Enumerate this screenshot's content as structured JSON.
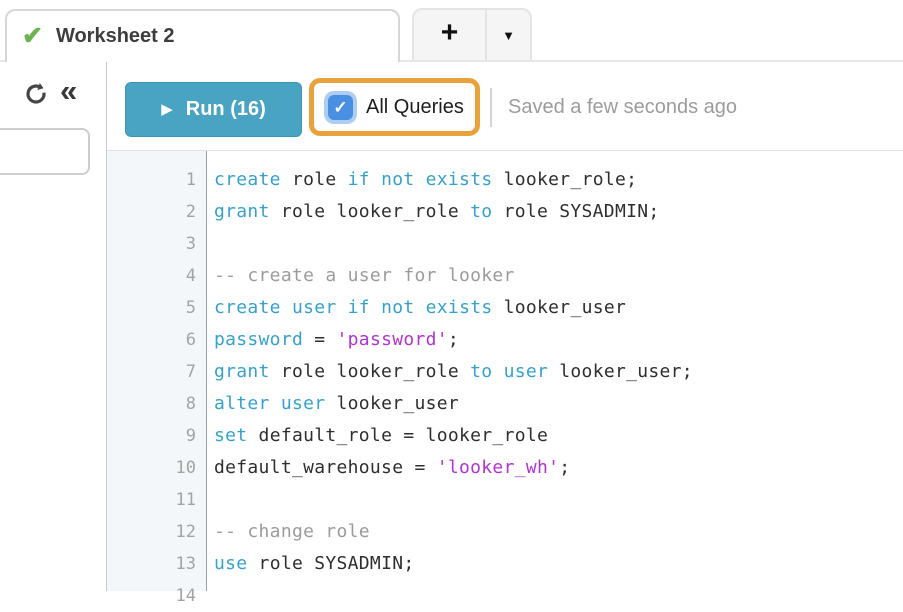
{
  "colors": {
    "run_button_teal": "#49a3c3",
    "keyword_blue": "#35a2cc",
    "string_magenta": "#b233d3",
    "comment_gray": "#9b9b9b",
    "annotation_orange": "#e9a23b",
    "checkbox_blue": "#4a90e2",
    "tab_check_green": "#6cb452"
  },
  "tab_bar": {
    "active_tab": {
      "label": "Worksheet 2",
      "status_glyph": "✔"
    },
    "new_tab_button": "+",
    "tab_menu_button": "▼"
  },
  "sidebar": {
    "collapse_glyph": "«"
  },
  "toolbar": {
    "run_button": {
      "play_glyph": "▶",
      "label": "Run (16)"
    },
    "all_queries": {
      "checked": true,
      "check_glyph": "✓",
      "label": "All Queries"
    },
    "saved_status": "Saved a few seconds ago"
  },
  "editor": {
    "lines": [
      {
        "num": "1",
        "tokens": [
          {
            "text": "create",
            "type": "k"
          },
          {
            "text": " role ",
            "type": "p"
          },
          {
            "text": "if",
            "type": "k"
          },
          {
            "text": " ",
            "type": "p"
          },
          {
            "text": "not",
            "type": "k"
          },
          {
            "text": " ",
            "type": "p"
          },
          {
            "text": "exists",
            "type": "k"
          },
          {
            "text": " looker_role;",
            "type": "p"
          }
        ]
      },
      {
        "num": "2",
        "tokens": [
          {
            "text": "grant",
            "type": "k"
          },
          {
            "text": " role looker_role ",
            "type": "p"
          },
          {
            "text": "to",
            "type": "k"
          },
          {
            "text": " role SYSADMIN;",
            "type": "p"
          }
        ]
      },
      {
        "num": "3",
        "tokens": []
      },
      {
        "num": "4",
        "tokens": [
          {
            "text": "-- create a user for looker",
            "type": "c"
          }
        ]
      },
      {
        "num": "5",
        "tokens": [
          {
            "text": "create",
            "type": "k"
          },
          {
            "text": " ",
            "type": "p"
          },
          {
            "text": "user",
            "type": "k"
          },
          {
            "text": " ",
            "type": "p"
          },
          {
            "text": "if",
            "type": "k"
          },
          {
            "text": " ",
            "type": "p"
          },
          {
            "text": "not",
            "type": "k"
          },
          {
            "text": " ",
            "type": "p"
          },
          {
            "text": "exists",
            "type": "k"
          },
          {
            "text": " looker_user",
            "type": "p"
          }
        ]
      },
      {
        "num": "6",
        "tokens": [
          {
            "text": "password",
            "type": "k"
          },
          {
            "text": " = ",
            "type": "p"
          },
          {
            "text": "'password'",
            "type": "s"
          },
          {
            "text": ";",
            "type": "p"
          }
        ]
      },
      {
        "num": "7",
        "tokens": [
          {
            "text": "grant",
            "type": "k"
          },
          {
            "text": " role looker_role ",
            "type": "p"
          },
          {
            "text": "to",
            "type": "k"
          },
          {
            "text": " ",
            "type": "p"
          },
          {
            "text": "user",
            "type": "k"
          },
          {
            "text": " looker_user;",
            "type": "p"
          }
        ]
      },
      {
        "num": "8",
        "tokens": [
          {
            "text": "alter",
            "type": "k"
          },
          {
            "text": " ",
            "type": "p"
          },
          {
            "text": "user",
            "type": "k"
          },
          {
            "text": " looker_user",
            "type": "p"
          }
        ]
      },
      {
        "num": "9",
        "tokens": [
          {
            "text": "set",
            "type": "k"
          },
          {
            "text": " default_role = looker_role",
            "type": "p"
          }
        ]
      },
      {
        "num": "10",
        "tokens": [
          {
            "text": "default_warehouse = ",
            "type": "p"
          },
          {
            "text": "'looker_wh'",
            "type": "s"
          },
          {
            "text": ";",
            "type": "p"
          }
        ]
      },
      {
        "num": "11",
        "tokens": []
      },
      {
        "num": "12",
        "tokens": [
          {
            "text": "-- change role",
            "type": "c"
          }
        ]
      },
      {
        "num": "13",
        "tokens": [
          {
            "text": "use",
            "type": "k"
          },
          {
            "text": " role SYSADMIN;",
            "type": "p"
          }
        ]
      },
      {
        "num": "14",
        "tokens": []
      }
    ]
  }
}
